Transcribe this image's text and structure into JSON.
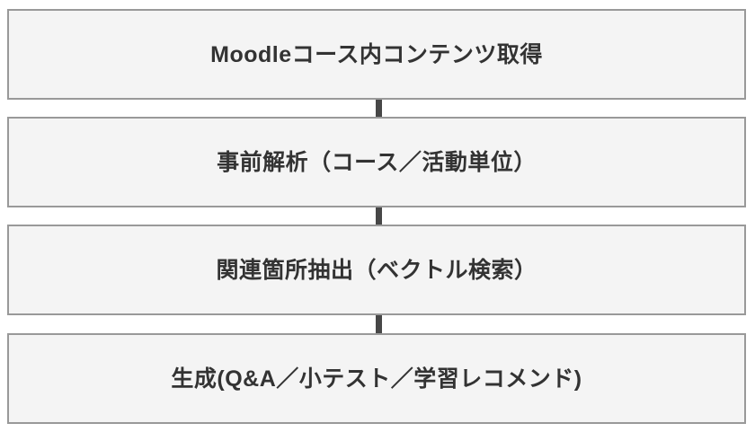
{
  "diagram": {
    "type": "vertical-flowchart",
    "orientation": "top-to-bottom",
    "box_fill_color": "#f4f4f4",
    "box_border_color": "#999999",
    "connector_color": "#474747",
    "text_color": "#333333",
    "steps": [
      {
        "id": "step-1",
        "label": "Moodleコース内コンテンツ取得"
      },
      {
        "id": "step-2",
        "label": "事前解析（コース／活動単位）"
      },
      {
        "id": "step-3",
        "label": "関連箇所抽出（ベクトル検索）"
      },
      {
        "id": "step-4",
        "label": "生成(Q&A／小テスト／学習レコメンド)"
      }
    ],
    "connectors": [
      {
        "id": "connector-1",
        "from": "step-1",
        "to": "step-2"
      },
      {
        "id": "connector-2",
        "from": "step-2",
        "to": "step-3"
      },
      {
        "id": "connector-3",
        "from": "step-3",
        "to": "step-4"
      }
    ]
  }
}
